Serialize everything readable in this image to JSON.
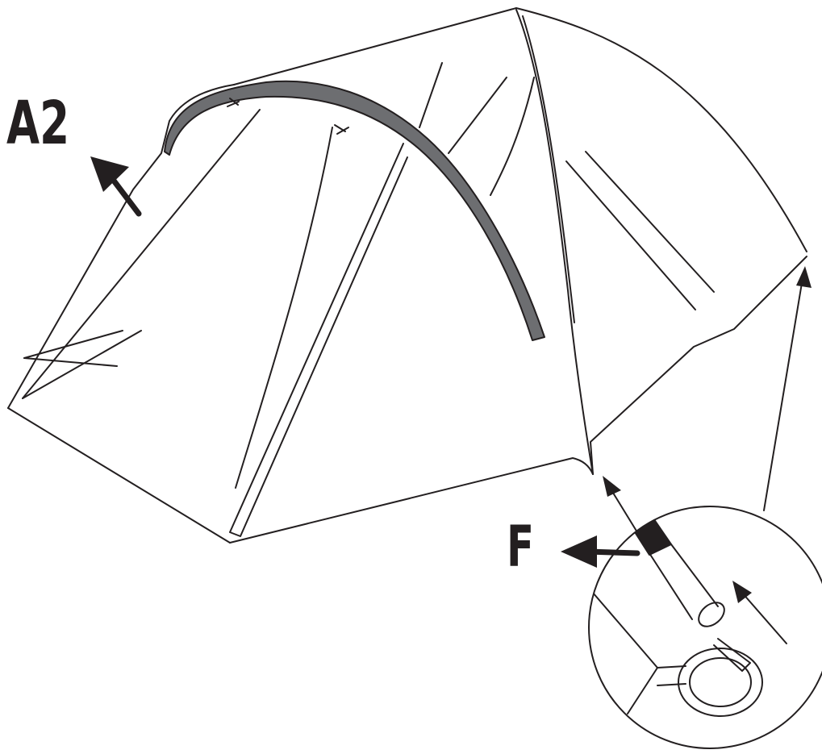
{
  "labels": {
    "pole_label": "A2",
    "foot_label": "F"
  },
  "colors": {
    "ink": "#231f20",
    "pole": "#6d6e71",
    "background": "#ffffff"
  },
  "icons": {
    "tent": "dome-tent-outline",
    "pole": "shock-corded-pole",
    "arrow": "direction-arrow",
    "detail": "magnified-pole-tip-into-ring"
  }
}
